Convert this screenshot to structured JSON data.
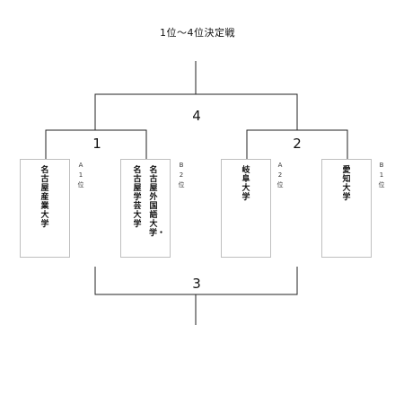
{
  "title": "1位〜4位決定戦",
  "matches": [
    {
      "label": "4",
      "role": "final"
    },
    {
      "label": "1",
      "role": "semifinal-left"
    },
    {
      "label": "2",
      "role": "semifinal-right"
    },
    {
      "label": "3",
      "role": "third-place"
    }
  ],
  "teams": [
    {
      "name_lines": [
        "名古屋産業大学"
      ],
      "seed": "A1位"
    },
    {
      "name_lines": [
        "名古屋外国語大学・",
        "名古屋学芸大学"
      ],
      "seed": "B2位"
    },
    {
      "name_lines": [
        "岐阜大学"
      ],
      "seed": "A2位"
    },
    {
      "name_lines": [
        "愛知大学"
      ],
      "seed": "B1位"
    }
  ]
}
